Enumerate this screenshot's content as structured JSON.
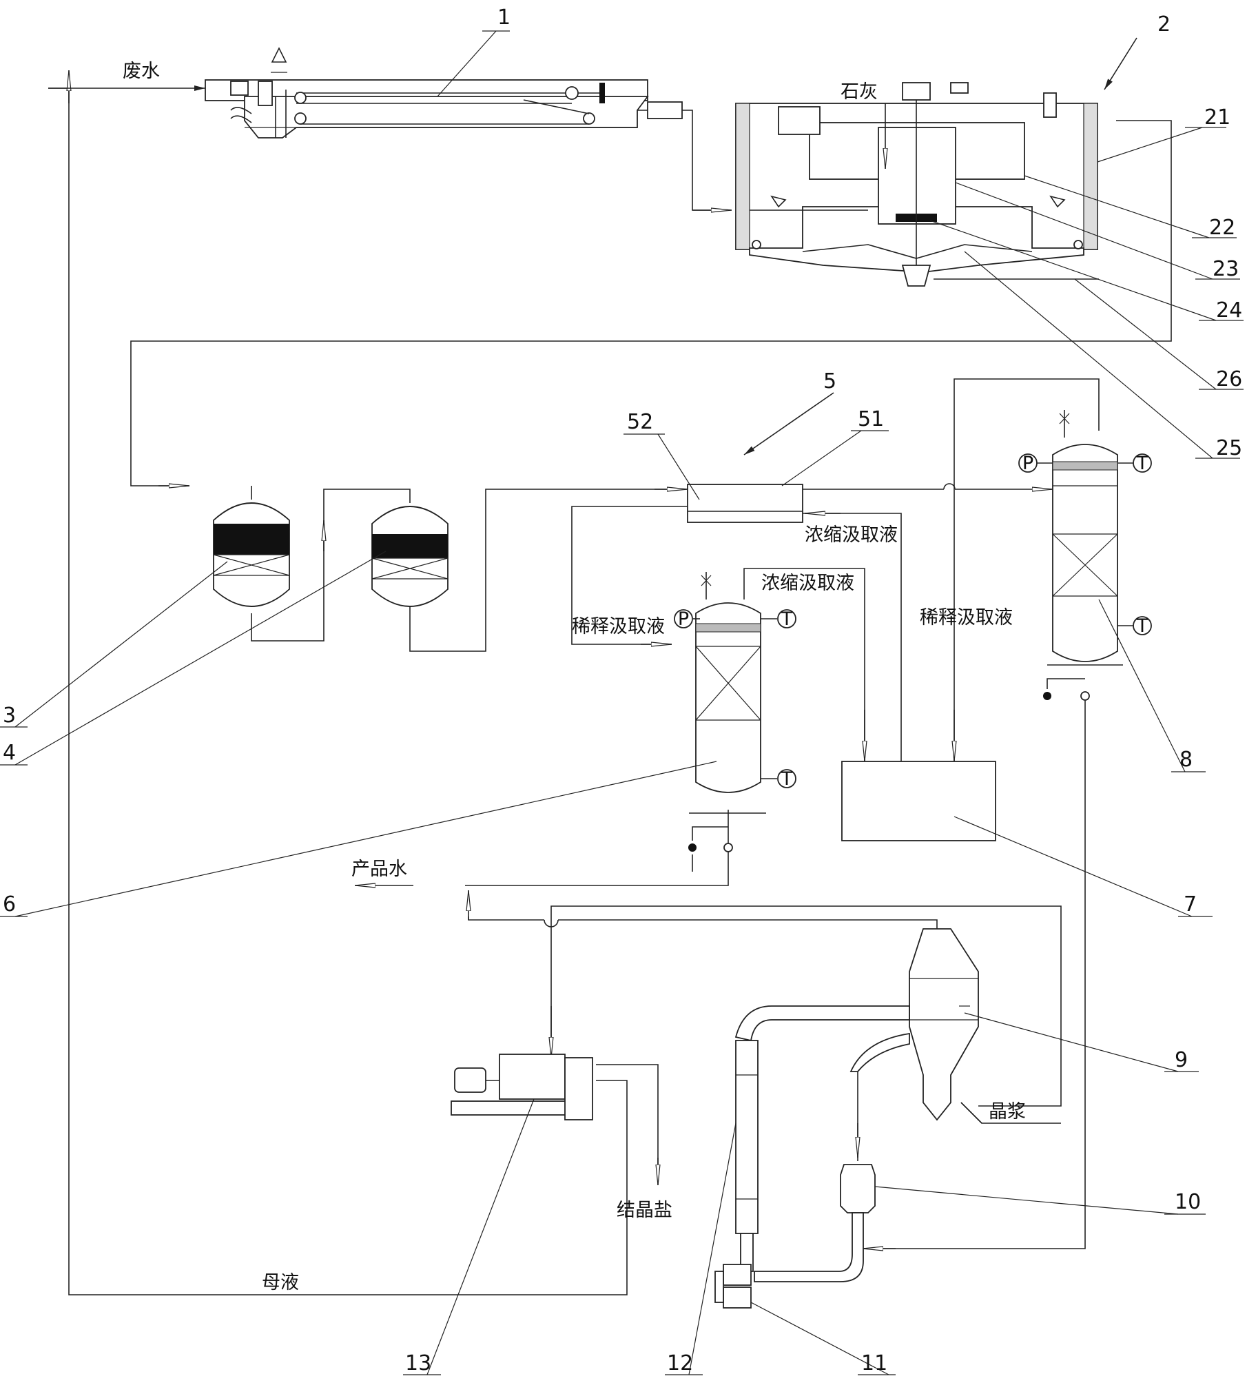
{
  "labels": {
    "n1": "1",
    "n2": "2",
    "n21": "21",
    "n22": "22",
    "n23": "23",
    "n24": "24",
    "n25": "25",
    "n26": "26",
    "n3": "3",
    "n4": "4",
    "n5": "5",
    "n51": "51",
    "n52": "52",
    "n6": "6",
    "n7": "7",
    "n8": "8",
    "n9": "9",
    "n10": "10",
    "n11": "11",
    "n12": "12",
    "n13": "13"
  },
  "streams": {
    "wastewater": "废水",
    "lime": "石灰",
    "concentrate_absorbent_a": "浓缩汲取液",
    "concentrate_absorbent_b": "浓缩汲取液",
    "dilute_absorbent_a": "稀释汲取液",
    "dilute_absorbent_b": "稀释汲取液",
    "product_water": "产品水",
    "crystal_slurry": "晶浆",
    "mother_liquor": "母液",
    "crystal_salt": "结晶盐"
  },
  "instruments": {
    "pressure": "P",
    "temperature": "T"
  }
}
